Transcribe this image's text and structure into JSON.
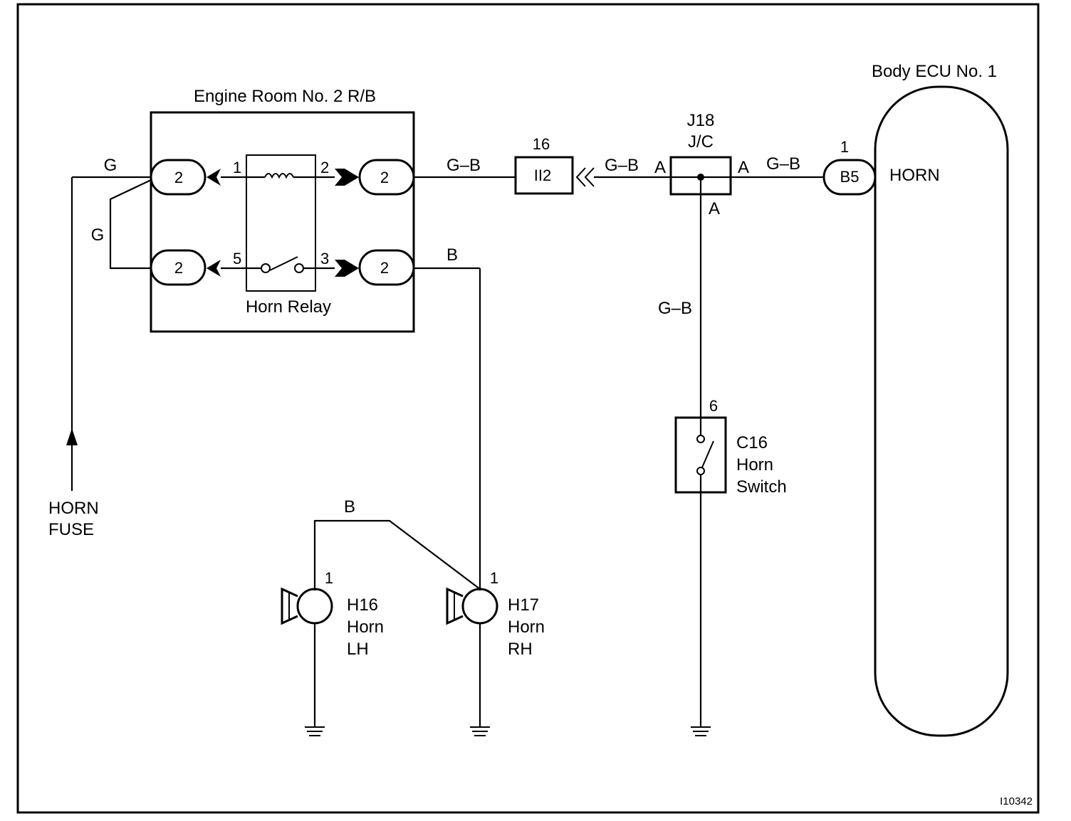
{
  "figure_id": "I10342",
  "engine_room_rb": {
    "title": "Engine Room No. 2 R/B",
    "connectors": [
      "2",
      "2",
      "2",
      "2"
    ],
    "relay": {
      "name": "Horn Relay",
      "pins": [
        "1",
        "2",
        "5",
        "3"
      ]
    }
  },
  "wires": {
    "g_top": "G",
    "g_left": "G",
    "gb_ii2": "G–B",
    "gb_j18_left": "G–B",
    "gb_j18_right": "G–B",
    "gb_vertical": "G–B",
    "b_top": "B",
    "b_horns": "B"
  },
  "horn_fuse": {
    "line1": "HORN",
    "line2": "FUSE"
  },
  "ii2": {
    "pin": "16",
    "code": "II2"
  },
  "j18": {
    "line1": "J18",
    "line2": "J/C",
    "term_left": "A",
    "term_right": "A",
    "term_bottom": "A"
  },
  "b5": {
    "pin": "1",
    "code": "B5"
  },
  "body_ecu": {
    "title": "Body ECU No. 1",
    "terminal": "HORN"
  },
  "c16": {
    "pin": "6",
    "line1": "C16",
    "line2": "Horn",
    "line3": "Switch"
  },
  "h16": {
    "pin": "1",
    "line1": "H16",
    "line2": "Horn",
    "line3": "LH"
  },
  "h17": {
    "pin": "1",
    "line1": "H17",
    "line2": "Horn",
    "line3": "RH"
  }
}
